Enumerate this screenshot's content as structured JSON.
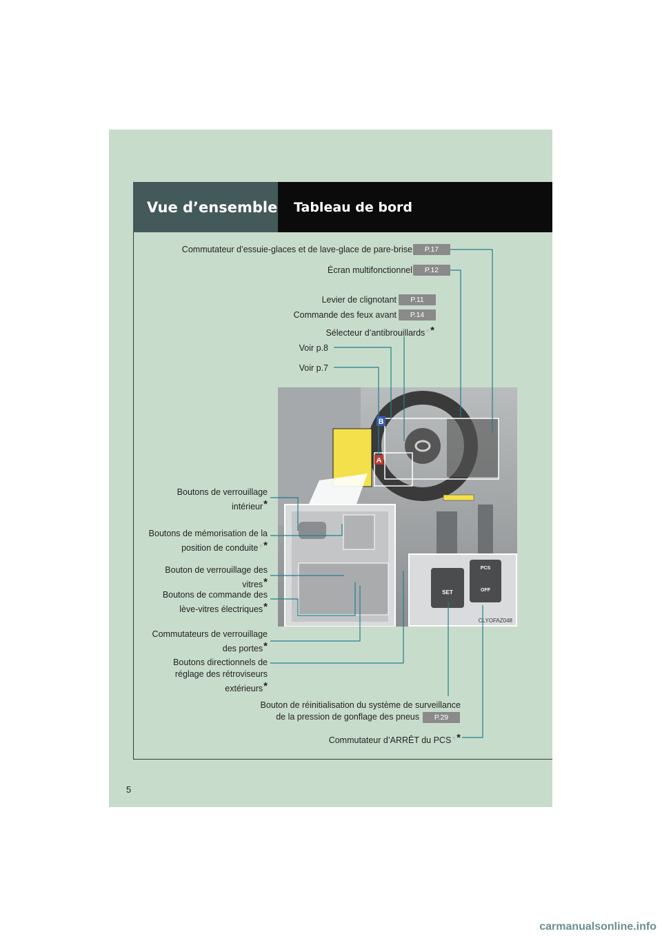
{
  "header": {
    "section": "Vue d’ensemble",
    "title": "Tableau de bord"
  },
  "labels": {
    "essuie_glaces": "Commutateur d’essuie-glaces et de lave-glace de pare-brise",
    "ecran": "Écran multifonctionnel",
    "clignotant": "Levier de clignotant",
    "feux_avant": "Commande des feux avant",
    "antibrouillards": "Sélecteur d’antibrouillards",
    "voir_p8": "Voir p.8",
    "voir_p7": "Voir p.7",
    "verrouillage_interieur_1": "Boutons de verrouillage",
    "verrouillage_interieur_2": "intérieur",
    "memorisation_1": "Boutons de mémorisation de la",
    "memorisation_2": "position de conduite",
    "verrouillage_vitres_1": "Bouton de verrouillage des",
    "verrouillage_vitres_2": "vitres",
    "leve_vitres_1": "Boutons de commande des",
    "leve_vitres_2": "lève-vitres électriques",
    "verrouillage_portes_1": "Commutateurs de verrouillage",
    "verrouillage_portes_2": "des portes",
    "retroviseurs_1": "Boutons directionnels de",
    "retroviseurs_2": "réglage des rétroviseurs",
    "retroviseurs_3": "extérieurs",
    "pneus_1": "Bouton de réinitialisation du système de surveillance",
    "pneus_2": "de la pression de gonflage des pneus",
    "pcs": "Commutateur d’ARRÊT du PCS"
  },
  "badges": {
    "essuie_glaces": "P.17",
    "ecran": "P.12",
    "clignotant": "P.11",
    "feux_avant": "P.14",
    "pneus": "P.29"
  },
  "photo": {
    "code": "CLYOFAZ048",
    "marker_a": "A",
    "marker_b": "B",
    "set_label": "SET",
    "pcs_label_1": "PCS",
    "pcs_label_2": "OFF"
  },
  "star": "*",
  "page_number": "5",
  "footer": "carmanualsonline.info",
  "colors": {
    "sheet": "#c8dccb",
    "header_left": "#43595a",
    "header_right": "#0b0b0b",
    "badge": "#8a8a8a",
    "leader": "#1f7f8f",
    "marker": "#c0392b"
  }
}
